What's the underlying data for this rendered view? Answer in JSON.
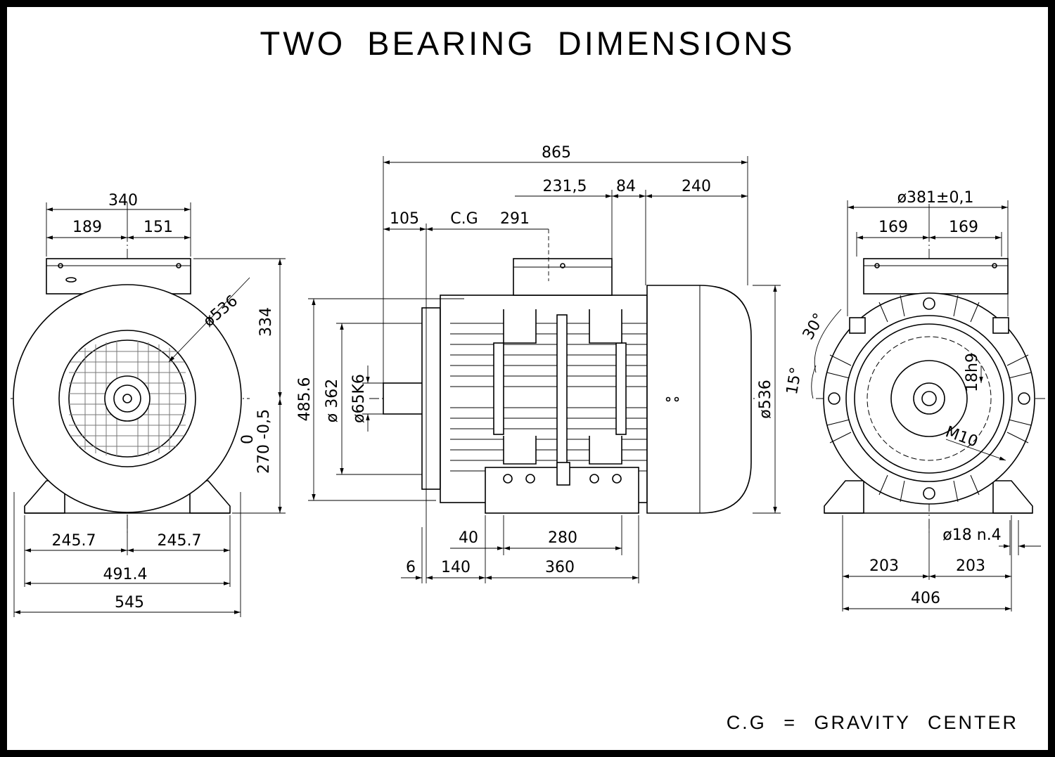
{
  "title": "TWO BEARING DIMENSIONS",
  "legend": "C.G = GRAVITY CENTER",
  "front_view": {
    "d_340": "340",
    "d_189": "189",
    "d_151": "151",
    "d_536": "ø536",
    "d_334": "334",
    "d_tol_upper": "0",
    "d_270": "270 -0,5",
    "d_245a": "245.7",
    "d_245b": "245.7",
    "d_491": "491.4",
    "d_545": "545"
  },
  "side_view": {
    "d_865": "865",
    "d_231": "231,5",
    "d_84": "84",
    "d_240": "240",
    "d_105": "105",
    "d_cg": "C.G",
    "d_291": "291",
    "d_485": "485.6",
    "d_362": "ø 362",
    "d_65": "ø65K6",
    "d_536": "ø536",
    "d_40": "40",
    "d_280": "280",
    "d_6": "6",
    "d_140": "140",
    "d_360": "360"
  },
  "flange_view": {
    "d_381": "ø381±0,1",
    "d_169a": "169",
    "d_169b": "169",
    "d_30": "30°",
    "d_15": "15°",
    "d_18h9": "18h9",
    "d_m10": "M10",
    "d_18n4": "ø18 n.4",
    "d_203a": "203",
    "d_203b": "203",
    "d_406": "406"
  }
}
